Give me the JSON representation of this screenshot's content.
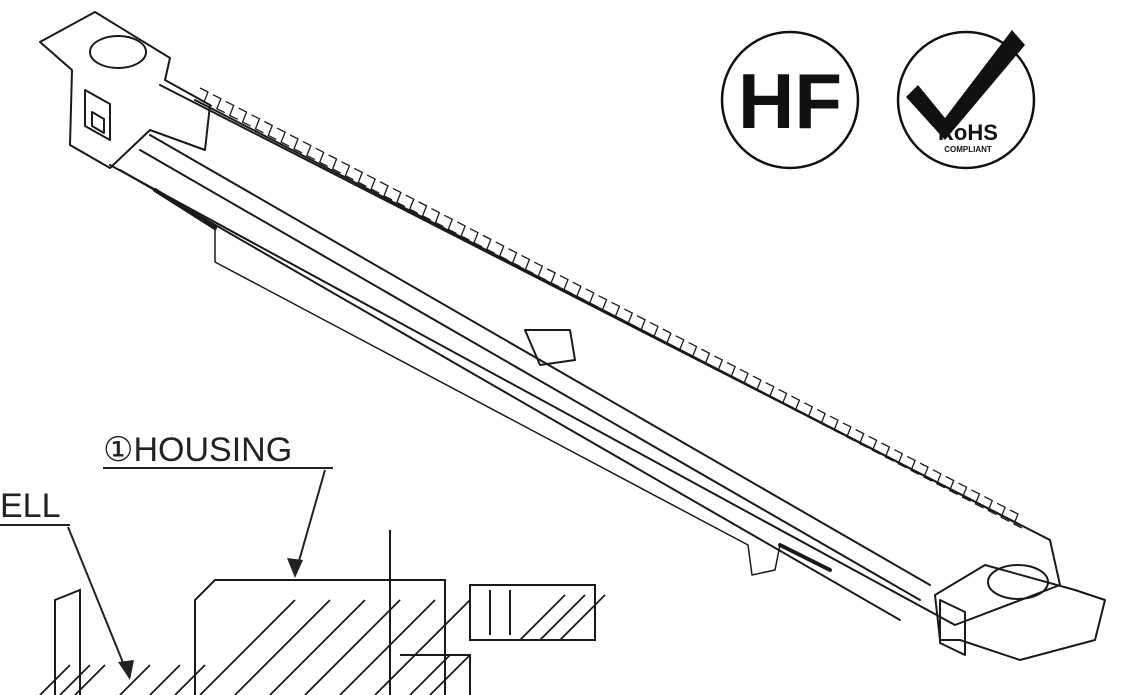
{
  "labels": {
    "housing": "①HOUSING",
    "shell_partial": "ELL"
  },
  "badges": {
    "hf": "HF",
    "rohs_text": "RoHS",
    "rohs_subtext": "COMPLIANT"
  },
  "colors": {
    "line": "#1a1a1a",
    "background": "#ffffff"
  },
  "icons": [
    "halogen-free-icon",
    "rohs-compliant-icon"
  ]
}
